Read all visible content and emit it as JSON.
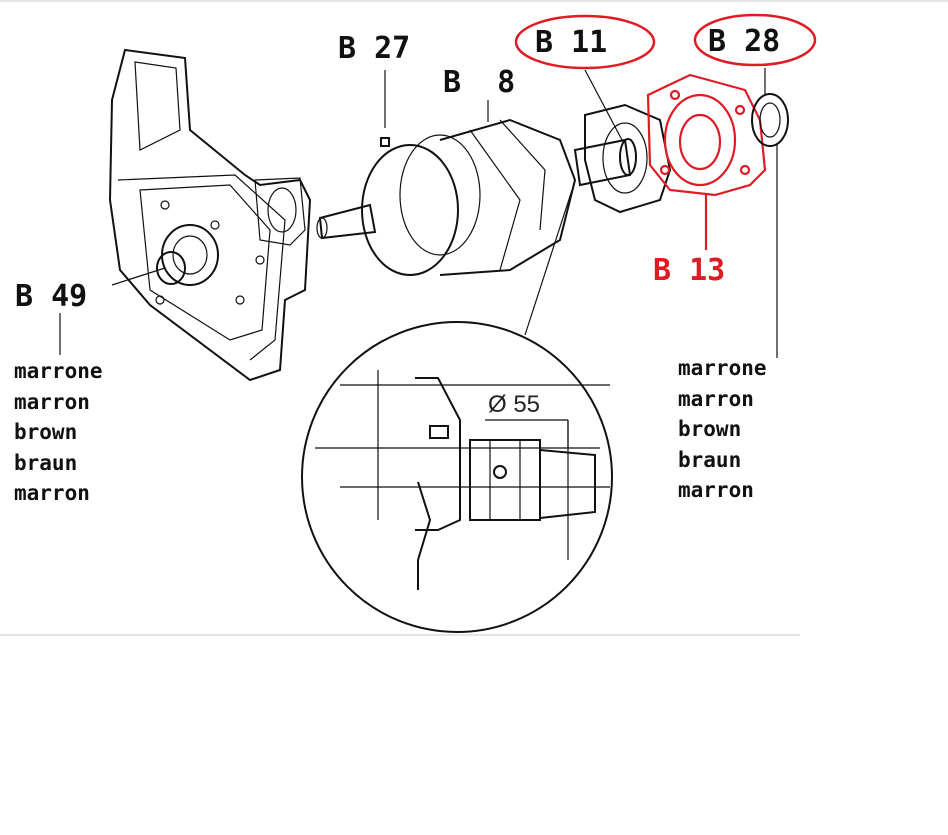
{
  "parts": {
    "b27": "B 27",
    "b8": "B  8",
    "b11": "B 11",
    "b28": "B 28",
    "b13": "B 13",
    "b49": "B 49"
  },
  "detail": {
    "diameter": "Ø 55"
  },
  "colors_left": [
    "marrone",
    "marron",
    "brown",
    "braun",
    "marron"
  ],
  "colors_right": [
    "marrone",
    "marron",
    "brown",
    "braun",
    "marron"
  ],
  "accent": "#e01b24"
}
